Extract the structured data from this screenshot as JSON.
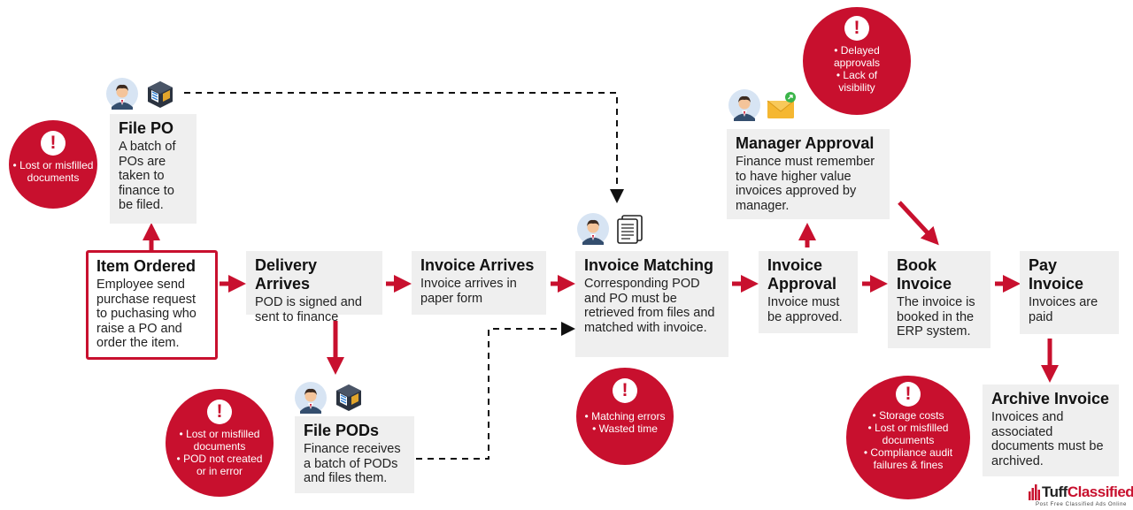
{
  "steps": {
    "item_ordered": {
      "title": "Item Ordered",
      "desc": "Employee send purchase request to puchasing who raise a PO and order the item."
    },
    "file_po": {
      "title": "File PO",
      "desc": "A batch of POs are taken to finance to be filed."
    },
    "delivery_arrives": {
      "title": "Delivery Arrives",
      "desc": "POD is signed and sent to finance"
    },
    "file_pods": {
      "title": "File PODs",
      "desc": "Finance receives a batch of PODs and files them."
    },
    "invoice_arrives": {
      "title": "Invoice Arrives",
      "desc": "Invoice arrives in paper form"
    },
    "invoice_matching": {
      "title": "Invoice Matching",
      "desc": "Corresponding POD and PO must be retrieved from files and matched with invoice."
    },
    "invoice_approval": {
      "title": "Invoice Approval",
      "desc": "Invoice must be approved."
    },
    "manager_approval": {
      "title": "Manager Approval",
      "desc": "Finance must remember to have higher value invoices approved by manager."
    },
    "book_invoice": {
      "title": "Book Invoice",
      "desc": "The invoice is booked in the ERP system."
    },
    "pay_invoice": {
      "title": "Pay Invoice",
      "desc": "Invoices are paid"
    },
    "archive_invoice": {
      "title": "Archive Invoice",
      "desc": "Invoices and associated documents must be archived."
    }
  },
  "risks": {
    "file_po": {
      "items": [
        "• Lost or misfilled documents"
      ]
    },
    "file_pods": {
      "items": [
        "• Lost or misfilled documents",
        "• POD not created or in error"
      ]
    },
    "invoice_matching": {
      "items": [
        "• Matching errors",
        "• Wasted time"
      ]
    },
    "manager_approval": {
      "items": [
        "• Delayed approvals",
        "• Lack of visibility"
      ]
    },
    "archive_invoice": {
      "items": [
        "• Storage costs",
        "• Lost or misfilled documents",
        "• Compliance audit failures & fines"
      ]
    }
  },
  "risk_symbol": "!",
  "icons": {
    "person": "person-avatar-icon",
    "cabinet": "filing-cabinet-icon",
    "documents": "documents-icon",
    "envelope": "envelope-icon"
  },
  "colors": {
    "accent": "#c8102e",
    "box": "#efefef",
    "text": "#222222"
  },
  "brand": {
    "name_a": "Tuff",
    "name_b": "Classified",
    "tagline": "Post Free Classified Ads Online"
  }
}
